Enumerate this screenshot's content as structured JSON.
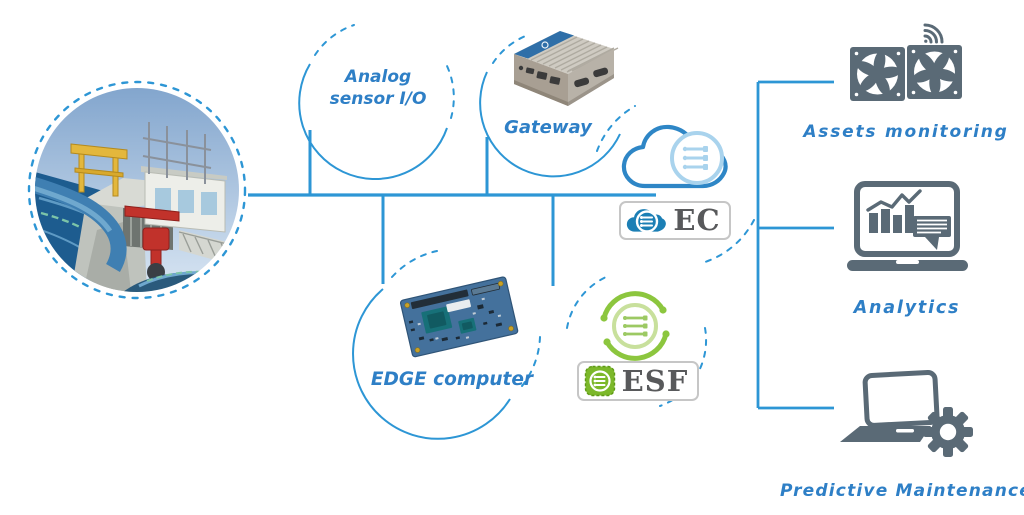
{
  "colors": {
    "line_blue": "#2D96D5",
    "label_blue": "#2E7FC6",
    "icon_slate": "#5A6A76",
    "ec_blue": "#1C7FB5",
    "esf_green": "#7CB82A",
    "badge_text_gray": "#58595B"
  },
  "nodes": {
    "plant": {
      "icon": "hydro-plant-illustration"
    },
    "analog_sensor": {
      "line1": "Analog",
      "line2": "sensor I/O"
    },
    "gateway": {
      "label": "Gateway"
    },
    "edge_computer": {
      "label": "EDGE computer"
    },
    "everyware_cloud": {
      "badge": "EC"
    },
    "esf": {
      "badge": "ESF"
    },
    "outcomes": [
      {
        "label": "Assets monitoring"
      },
      {
        "label": "Analytics"
      },
      {
        "label": "Predictive Maintenance"
      }
    ]
  }
}
